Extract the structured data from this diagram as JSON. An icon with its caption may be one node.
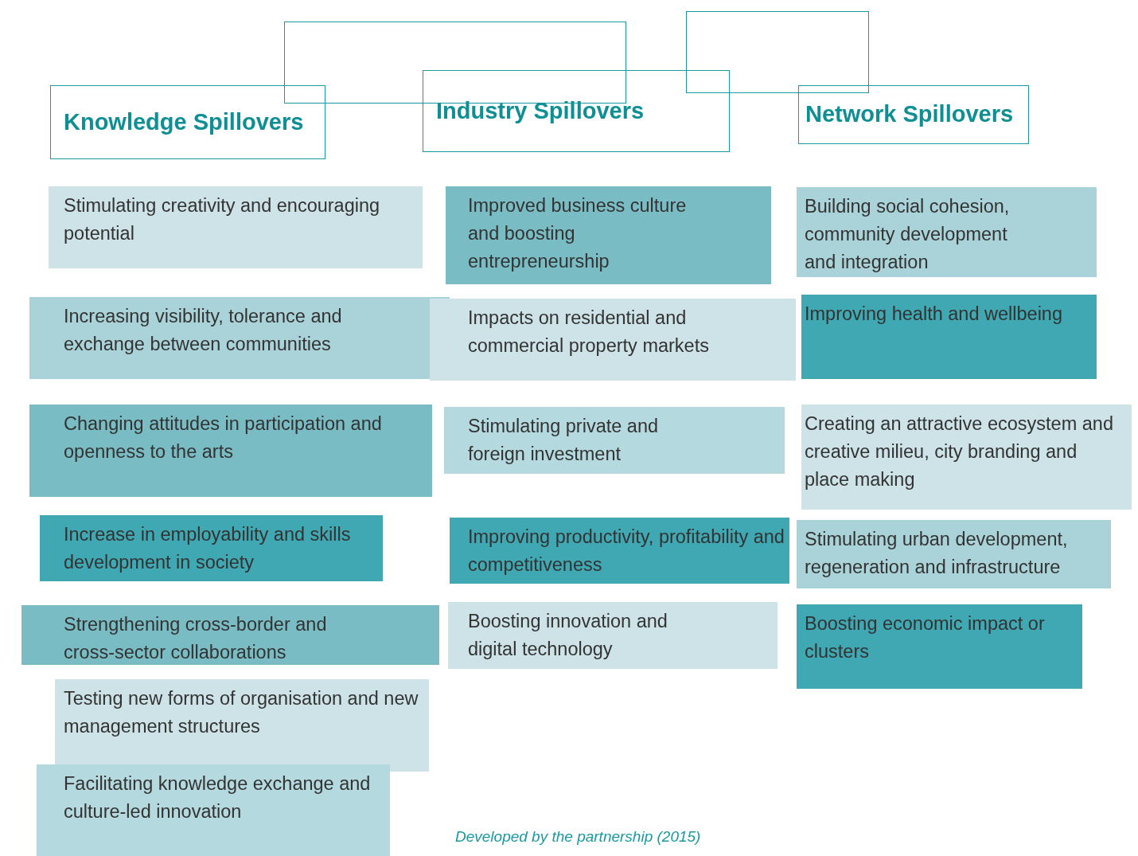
{
  "diagram": {
    "caption": "Developed by the partnership (2015)",
    "nodes": [
      {
        "text": [],
        "shape": "box"
      },
      {
        "text": [],
        "shape": "box"
      },
      {
        "text": [
          "Knowledge Spillovers"
        ]
      },
      {
        "text": [
          "Industry Spillovers"
        ]
      },
      {
        "text": [
          "Network Spillovers"
        ]
      },
      {
        "text": [
          "Stimulating creativity and encouraging potential"
        ]
      },
      {
        "text": [
          "Improved business culture and boosting entrepreneurship"
        ]
      },
      {
        "text": [
          "Building social cohesion, community development and integration"
        ]
      },
      {
        "text": [
          "Increasing visibility, tolerance and exchange between communities"
        ]
      },
      {
        "text": [
          "Impacts on residential and commercial property markets"
        ]
      },
      {
        "text": [
          "Improving health and wellbeing"
        ]
      },
      {
        "text": [
          "Changing attitudes in participation and openness to the arts"
        ]
      },
      {
        "text": [
          "Stimulating private and foreign investment"
        ]
      },
      {
        "text": [
          "Creating an attractive ecosystem and creative milieu, city branding and place making"
        ]
      },
      {
        "text": [
          "Increase in employability and skills development in society"
        ]
      },
      {
        "text": [
          "Improving productivity, profitability and competitiveness"
        ]
      },
      {
        "text": [
          "Stimulating urban development, regeneration and infrastructure"
        ]
      },
      {
        "text": [
          "Strengthening cross-border and cross-sector collaborations"
        ]
      },
      {
        "text": [
          "Boosting innovation and digital technology"
        ]
      },
      {
        "text": [
          "Boosting economic impact or clusters"
        ]
      },
      {
        "text": [
          "Testing new forms of organisation and new management structures"
        ]
      },
      {
        "text": [
          "Facilitating knowledge exchange and culture-led innovation"
        ]
      }
    ],
    "edges": []
  }
}
